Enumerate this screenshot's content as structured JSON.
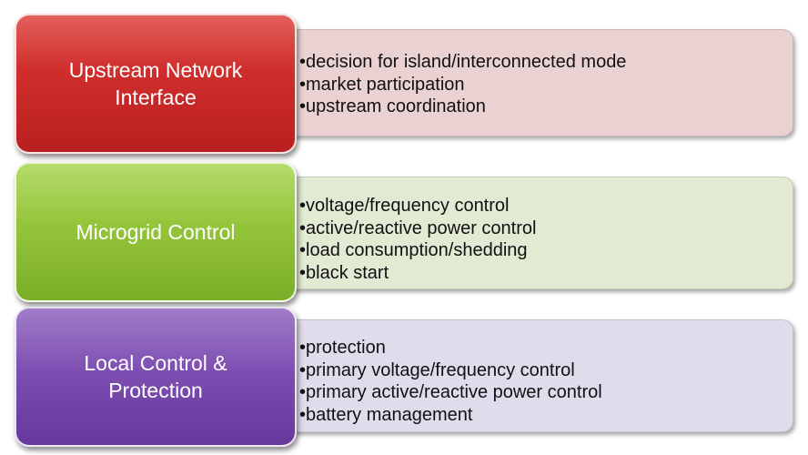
{
  "blocks": [
    {
      "label": "Upstream Network Interface",
      "items": [
        "•decision for island/interconnected mode",
        "•market participation",
        "•upstream coordination"
      ],
      "color": "#c62828",
      "panel_color": "#ead2d2"
    },
    {
      "label": "Microgrid Control",
      "items": [
        "•voltage/frequency control",
        "•active/reactive power control",
        "•load consumption/shedding",
        "•black start"
      ],
      "color": "#8bbb35",
      "panel_color": "#e2ead4"
    },
    {
      "label": "Local Control & Protection",
      "items": [
        "•protection",
        "•primary voltage/frequency control",
        "•primary active/reactive power control",
        "•battery management"
      ],
      "color": "#7444a8",
      "panel_color": "#e1dcec"
    }
  ]
}
